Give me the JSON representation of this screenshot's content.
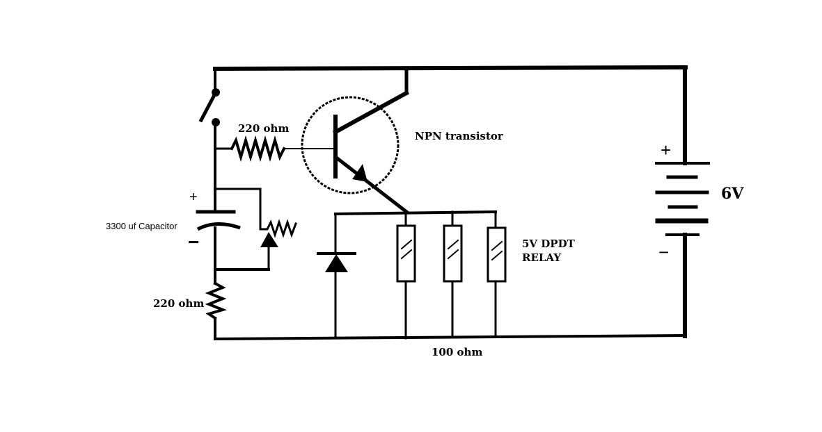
{
  "labels": {
    "resistor_base": "220 ohm",
    "transistor": "NPN transistor",
    "capacitor": "3300 uf Capacitor",
    "resistor_timing": "220 ohm",
    "relay_line1": "5V DPDT",
    "relay_line2": "RELAY",
    "resistor_bottom": "100 ohm",
    "battery_voltage": "6V",
    "battery_plus": "+",
    "battery_minus": "−",
    "cap_plus": "+",
    "cap_minus": "−"
  },
  "colors": {
    "ink": "#000000",
    "background": "#ffffff"
  },
  "icons": {
    "switch": "spst-switch-icon",
    "transistor": "npn-transistor-icon",
    "capacitor": "polarized-capacitor-icon",
    "diode": "diode-icon",
    "battery": "battery-icon",
    "relay": "relay-coil-icon",
    "potentiometer": "variable-resistor-icon",
    "resistor": "resistor-icon"
  }
}
